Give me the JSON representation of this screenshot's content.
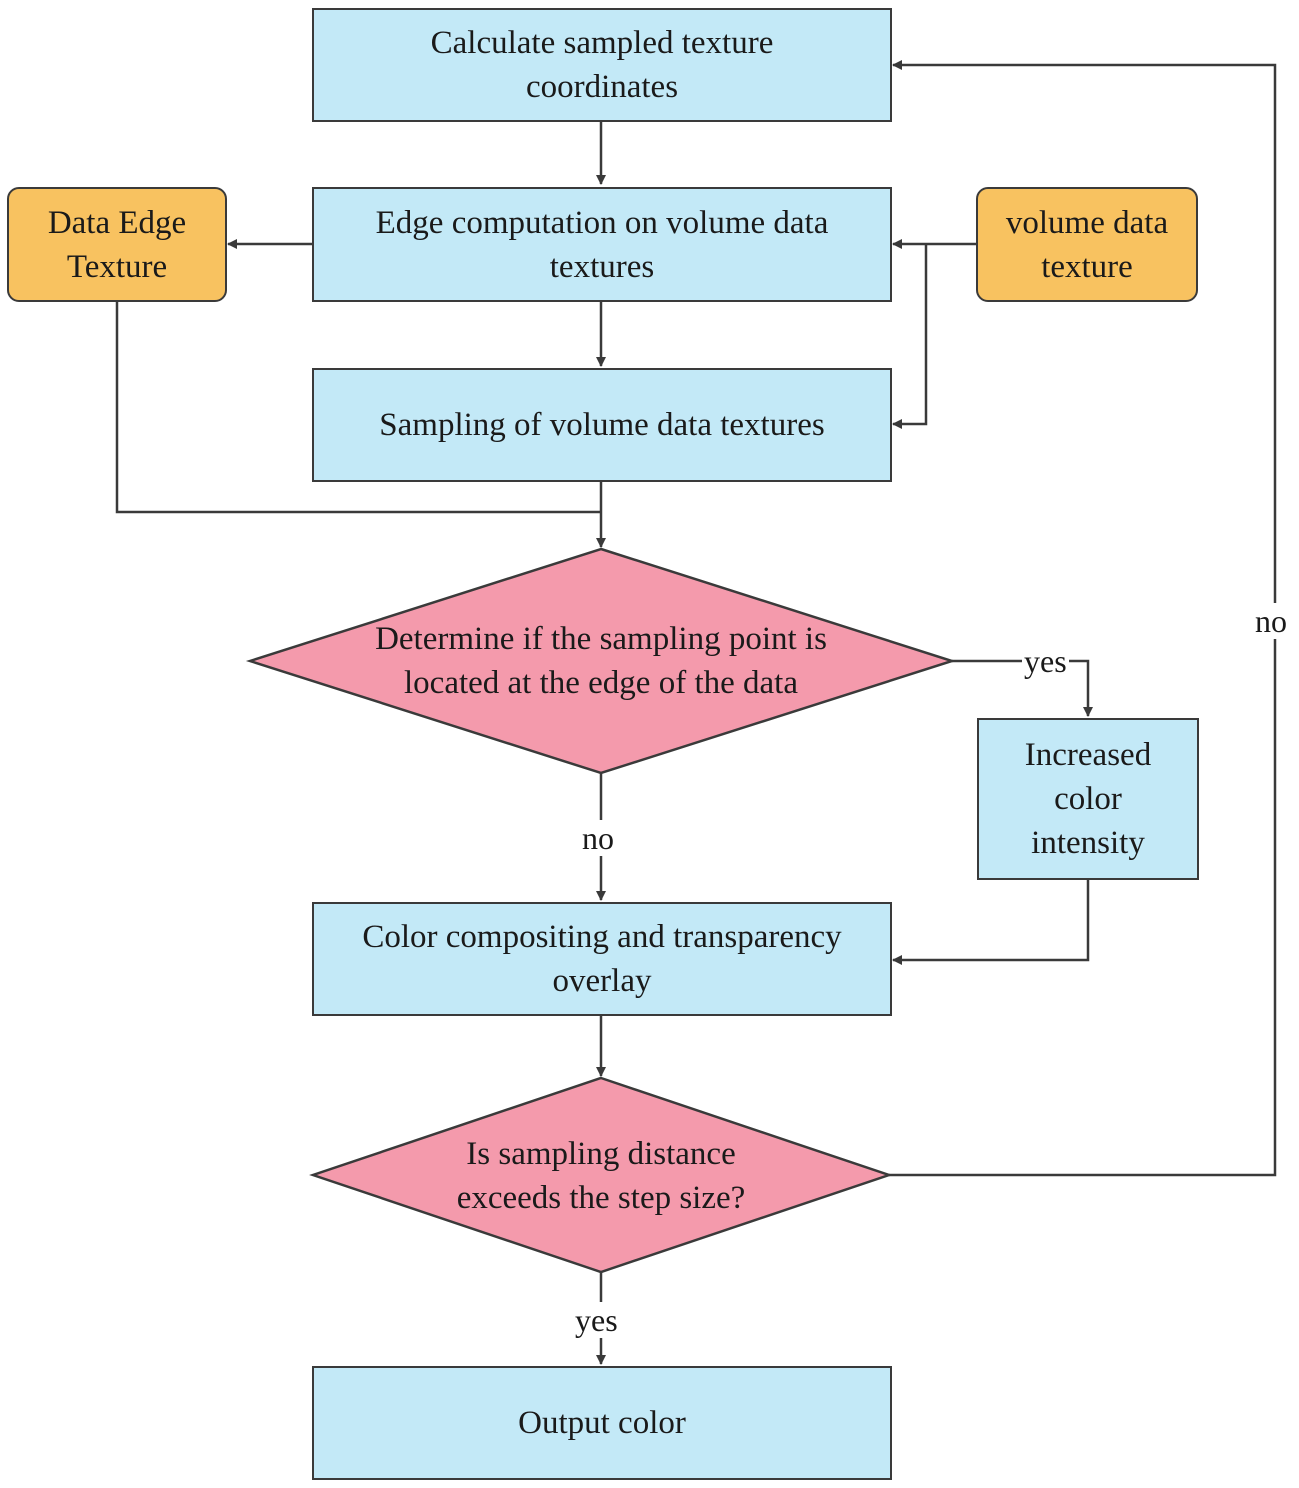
{
  "colors": {
    "process_fill": "#c3e9f7",
    "data_fill": "#f8c260",
    "decision_fill": "#f49aac",
    "stroke": "#3a3a3a"
  },
  "nodes": {
    "calc_coords": "Calculate sampled texture coordinates",
    "edge_computation": "Edge computation on volume data textures",
    "data_edge_texture": "Data Edge Texture",
    "volume_data_texture": "volume data texture",
    "sampling": "Sampling of volume data textures",
    "edge_decision": "Determine if the sampling point is located at the edge of the data",
    "increased_intensity": "Increased color intensity",
    "compositing": "Color compositing and transparency overlay",
    "distance_decision": "Is sampling distance exceeds the step size?",
    "output": "Output color"
  },
  "edge_labels": {
    "edge_yes": "yes",
    "edge_no": "no",
    "distance_yes": "yes",
    "distance_no": "no"
  }
}
